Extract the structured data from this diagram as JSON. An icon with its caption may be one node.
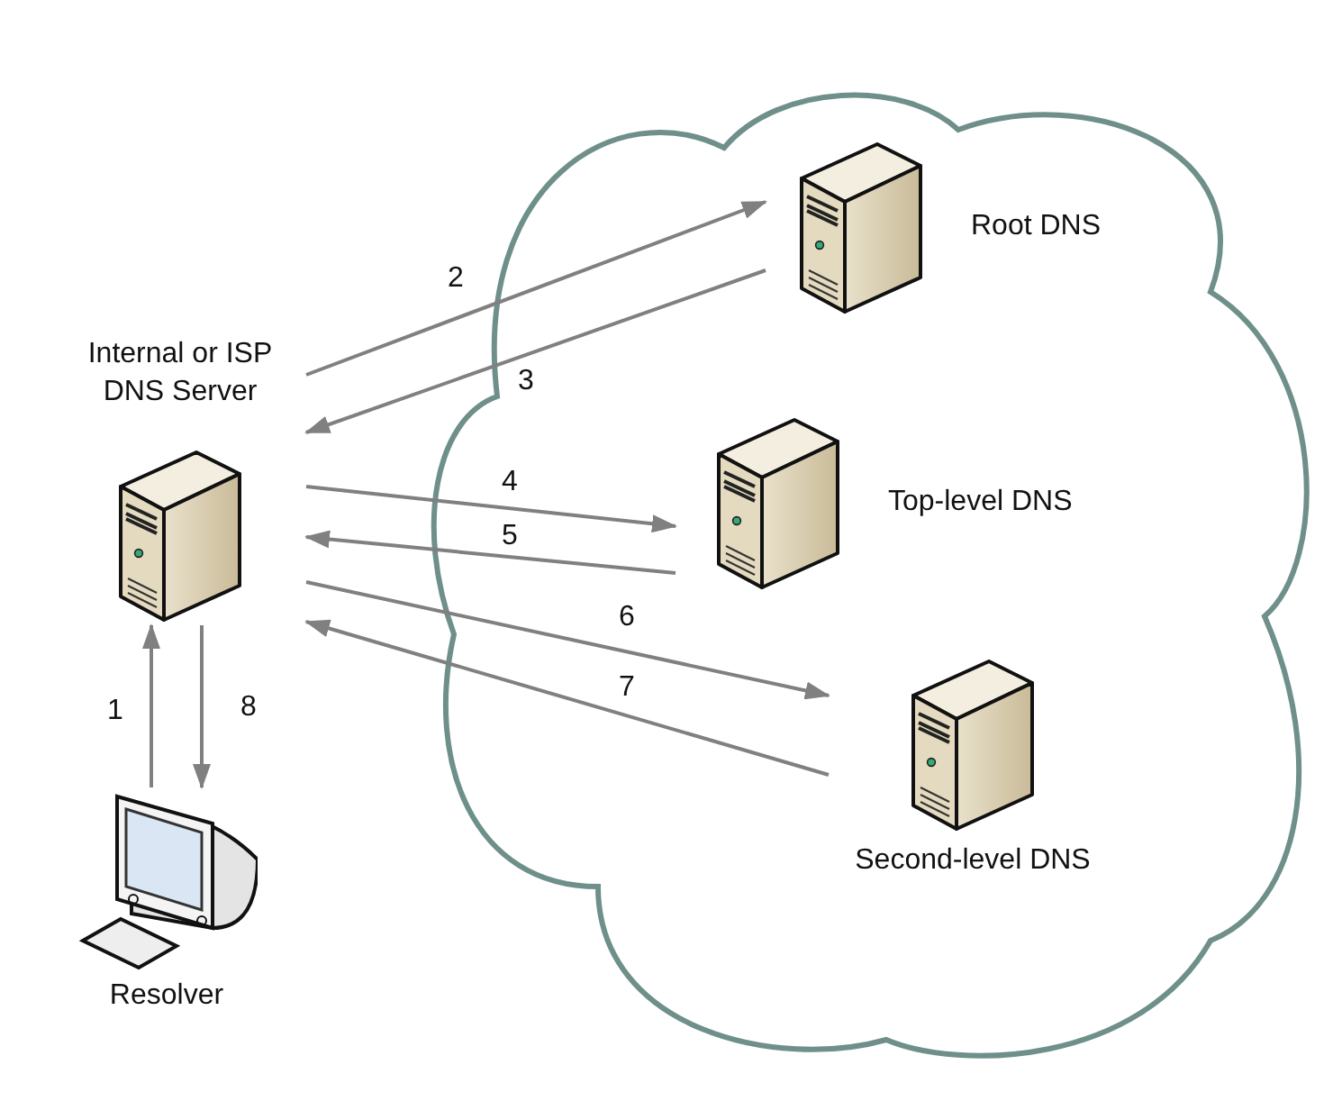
{
  "diagram": {
    "nodes": [
      {
        "text": [],
        "shape": "cloud"
      },
      {
        "text": [
          "Internal or ISP DNS Server"
        ]
      },
      {
        "text": [
          "Root DNS"
        ],
        "in": 0
      },
      {
        "text": [
          "Top-level DNS"
        ],
        "in": 0
      },
      {
        "text": [
          "Second-level DNS"
        ],
        "in": 0
      },
      {
        "text": [
          "Resolver"
        ]
      }
    ],
    "edges": [
      {
        "from": 5,
        "to": 1,
        "arrow": "to",
        "label": "1"
      },
      {
        "from": 1,
        "to": 2,
        "arrow": "to",
        "label": "2"
      },
      {
        "from": 2,
        "to": 1,
        "arrow": "to",
        "label": "3"
      },
      {
        "from": 1,
        "to": 3,
        "arrow": "to",
        "label": "4"
      },
      {
        "from": 3,
        "to": 1,
        "arrow": "to",
        "label": "5"
      },
      {
        "from": 1,
        "to": 4,
        "arrow": "to",
        "label": "6"
      },
      {
        "from": 4,
        "to": 1,
        "arrow": "to",
        "label": "7"
      },
      {
        "from": 1,
        "to": 5,
        "arrow": "to",
        "label": "8"
      }
    ]
  }
}
